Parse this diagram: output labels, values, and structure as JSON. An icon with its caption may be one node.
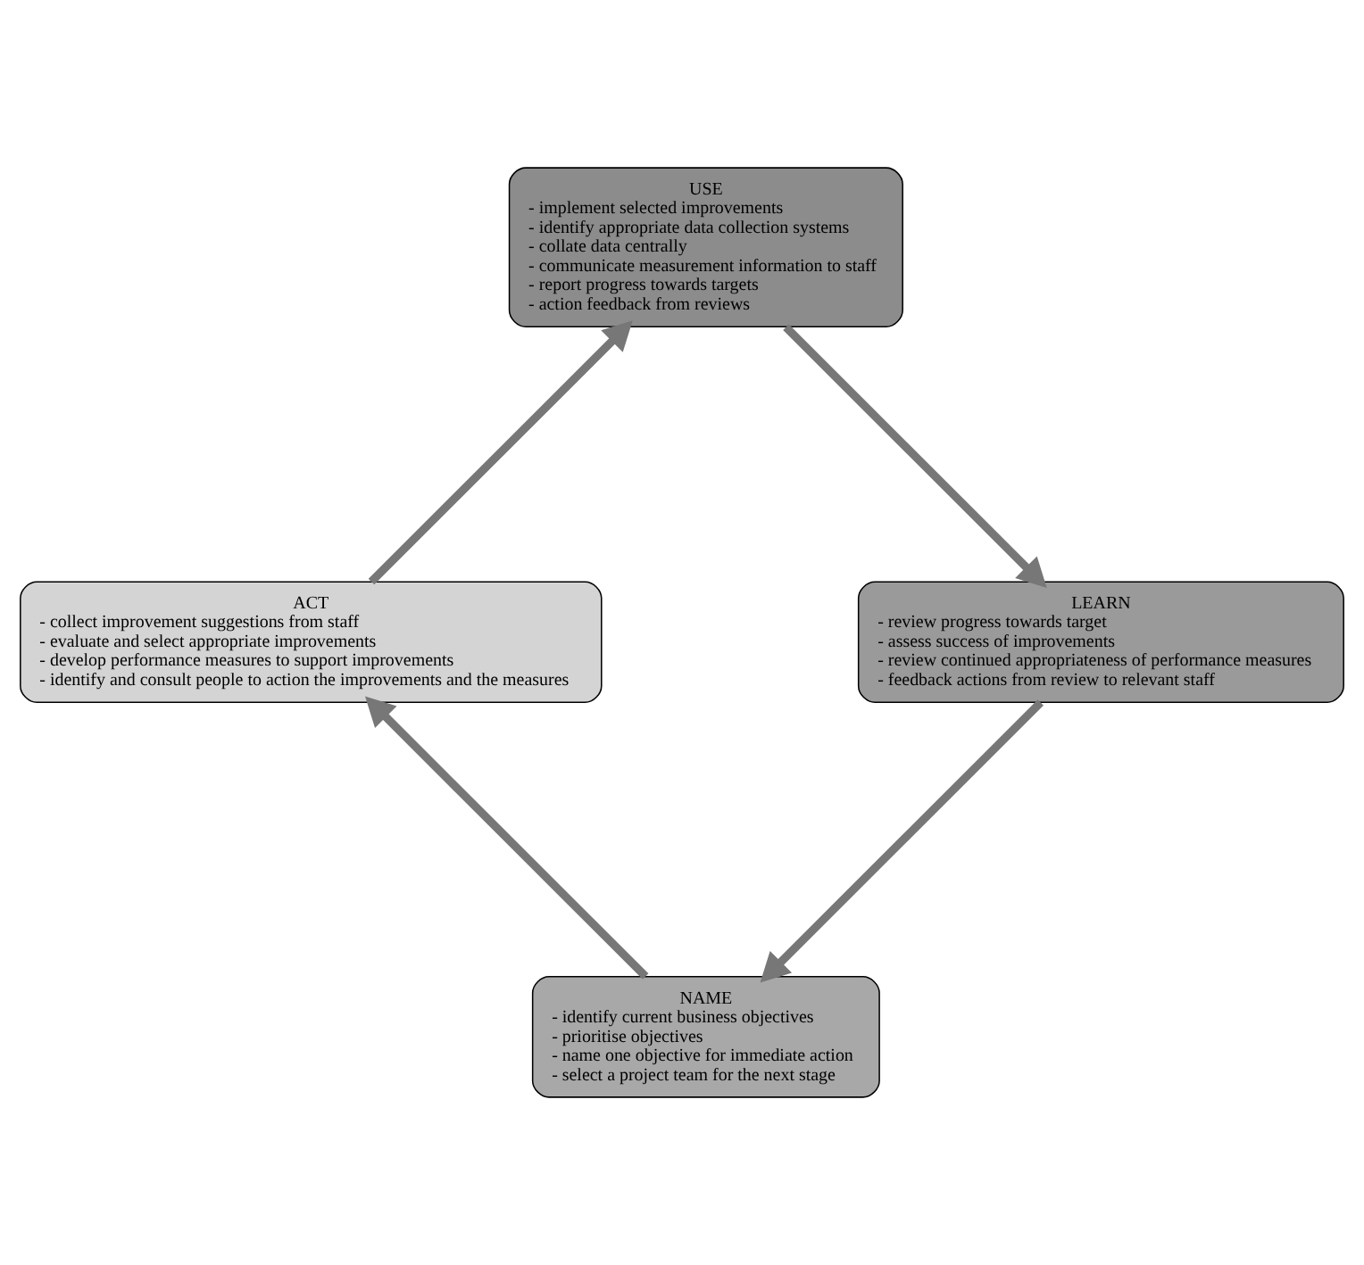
{
  "diagram": {
    "nodes": [
      {
        "text": [
          "NAME",
          "- identify current business objectives",
          "- prioritise objectives",
          "- name one objective for immediate action",
          "- select a project team for the next stage"
        ]
      },
      {
        "text": [
          "ACT",
          "- collect improvement suggestions from staff",
          "- evaluate and select appropriate improvements",
          "- develop performance measures to support improvements",
          "- identify and consult people to action the improvements and the measures"
        ]
      },
      {
        "text": [
          "USE",
          "- implement selected improvements",
          "- identify appropriate data collection systems",
          "- collate data centrally",
          "- communicate measurement information to staff",
          "- report progress towards targets",
          "- action feedback from reviews"
        ]
      },
      {
        "text": [
          "LEARN",
          "- review progress towards target",
          "- assess success of improvements",
          "- review continued appropriateness of performance measures",
          "- feedback actions from review to relevant staff"
        ]
      }
    ],
    "edges": [
      {
        "from": 0,
        "to": 1,
        "arrow": "to"
      },
      {
        "from": 1,
        "to": 2,
        "arrow": "to"
      },
      {
        "from": 2,
        "to": 3,
        "arrow": "to"
      },
      {
        "from": 3,
        "to": 0,
        "arrow": "to"
      }
    ]
  }
}
